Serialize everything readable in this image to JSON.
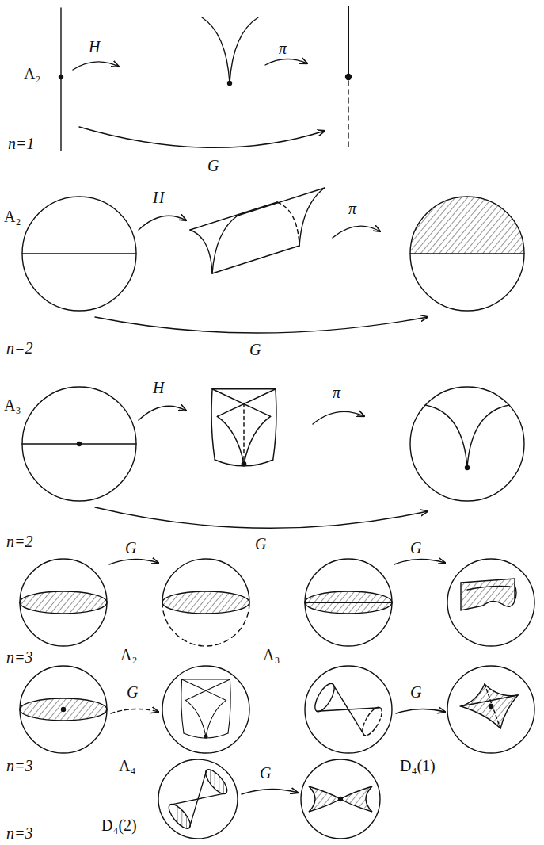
{
  "diagram": {
    "labels": [
      "A₂",
      "H",
      "π",
      "n=1",
      "G",
      "A₂",
      "H",
      "π",
      "G",
      "n=2",
      "A₃",
      "H",
      "π",
      "G",
      "n=2",
      "G",
      "G",
      "n=3",
      "A₂",
      "A₃",
      "G",
      "G",
      "n=3",
      "A₄",
      "D₄(1)",
      "G",
      "D₄(2)",
      "n=3"
    ]
  }
}
